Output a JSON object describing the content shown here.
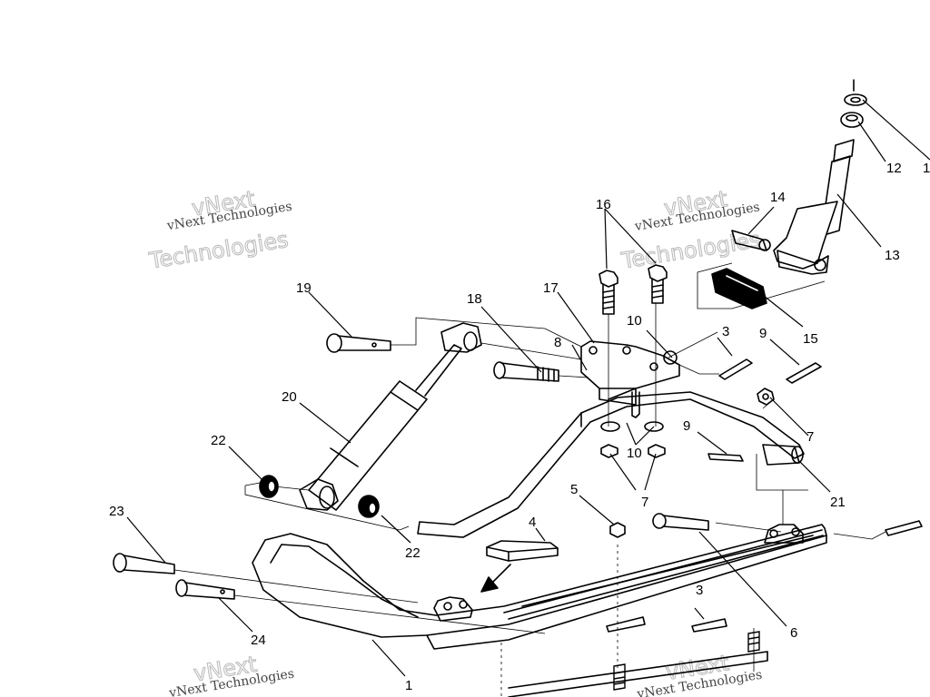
{
  "diagram": {
    "callouts": {
      "c1": "1",
      "c3a": "3",
      "c3b": "3",
      "c4": "4",
      "c5": "5",
      "c6": "6",
      "c7a": "7",
      "c7b": "7",
      "c8": "8",
      "c9a": "9",
      "c9b": "9",
      "c10a": "10",
      "c10b": "10",
      "c11": "1",
      "c12": "12",
      "c13": "13",
      "c14": "14",
      "c15": "15",
      "c16": "16",
      "c17": "17",
      "c18": "18",
      "c19": "19",
      "c20": "20",
      "c21": "21",
      "c22a": "22",
      "c22b": "22",
      "c23": "23",
      "c24": "24"
    },
    "watermark": {
      "brand_small": "vNext Technologies",
      "brand_big_1": "vNext",
      "brand_big_2": "Technologies"
    },
    "colors": {
      "ink": "#000000",
      "watermark": "#bdbdbd",
      "background": "#ffffff"
    }
  }
}
